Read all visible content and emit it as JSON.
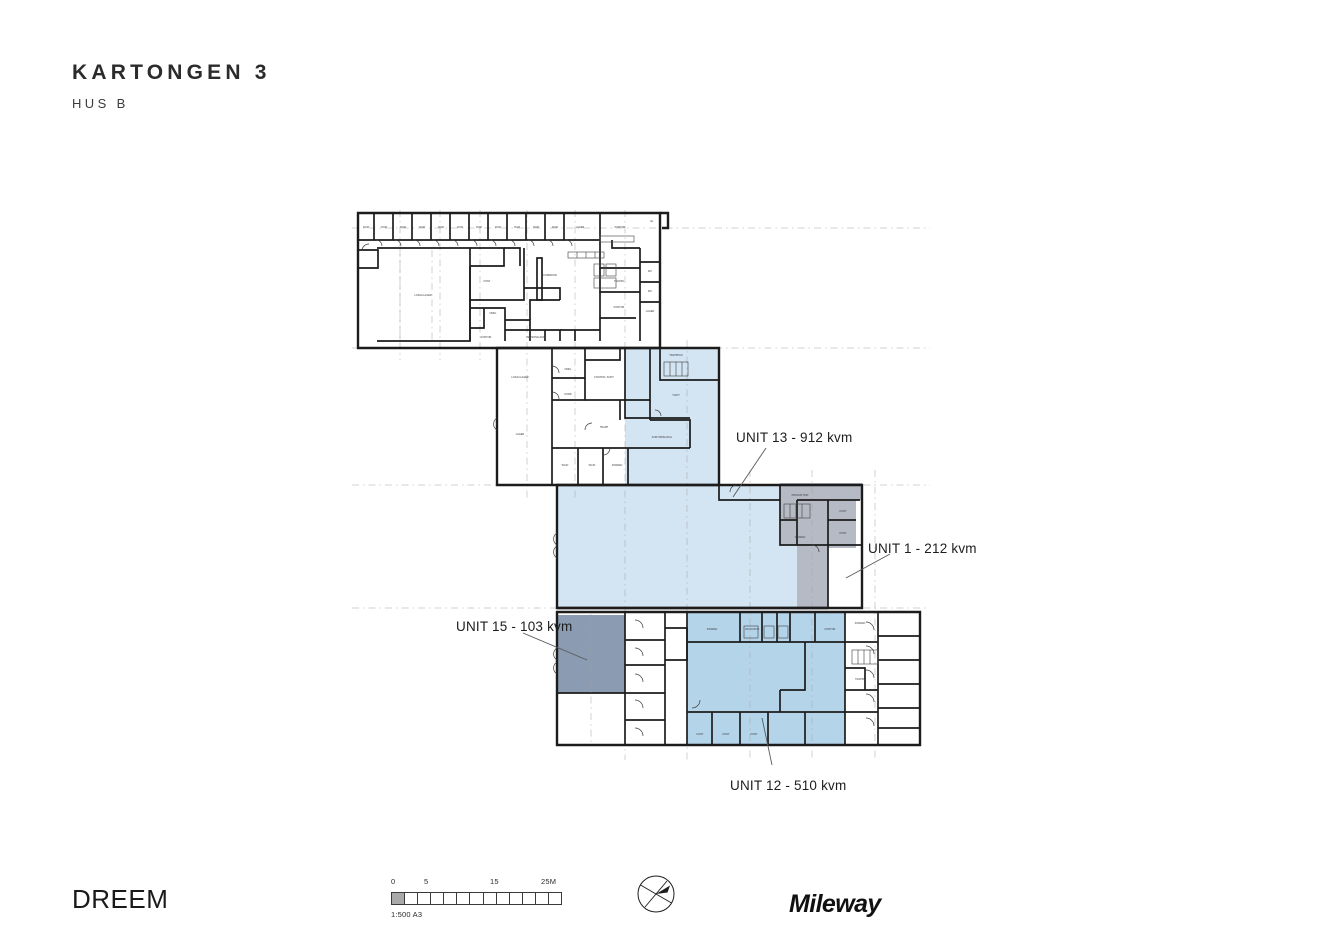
{
  "header": {
    "project_title": "KARTONGEN 3",
    "building_subtitle": "HUS B"
  },
  "plan": {
    "units": [
      {
        "id": "unit-13",
        "label": "UNIT 13 - 912 kvm",
        "name": "UNIT 13",
        "area_kvm": 912,
        "fill": "#d3e4f2"
      },
      {
        "id": "unit-1",
        "label": "UNIT 1 - 212 kvm",
        "name": "UNIT 1",
        "area_kvm": 212,
        "fill": "#b6bac4"
      },
      {
        "id": "unit-15",
        "label": "UNIT 15 - 103 kvm",
        "name": "UNIT 15",
        "area_kvm": 103,
        "fill": "#8b9bb2"
      },
      {
        "id": "unit-12",
        "label": "UNIT 12 - 510 kvm",
        "name": "UNIT 12",
        "area_kvm": 510,
        "fill": "#b4d4ea"
      }
    ],
    "colors": {
      "wall": "#1c1c1c",
      "partition": "#3a3a3a",
      "gridline": "#9a9a9a",
      "unit_13_blue": "#d3e4f2",
      "unit_12_blue": "#b4d4ea",
      "unit_1_gray": "#b6bac4",
      "unit_15_gray": "#8b9bb2"
    }
  },
  "footer": {
    "dreem_logo": "DREEM",
    "mileway_logo": "Mileway",
    "scale": {
      "ratio": "1:500 A3",
      "tick_0": "0",
      "tick_5": "5",
      "tick_15": "15",
      "tick_25": "25M",
      "segments": 13,
      "filled_segments": 1
    },
    "compass_icon": "north-arrow"
  }
}
